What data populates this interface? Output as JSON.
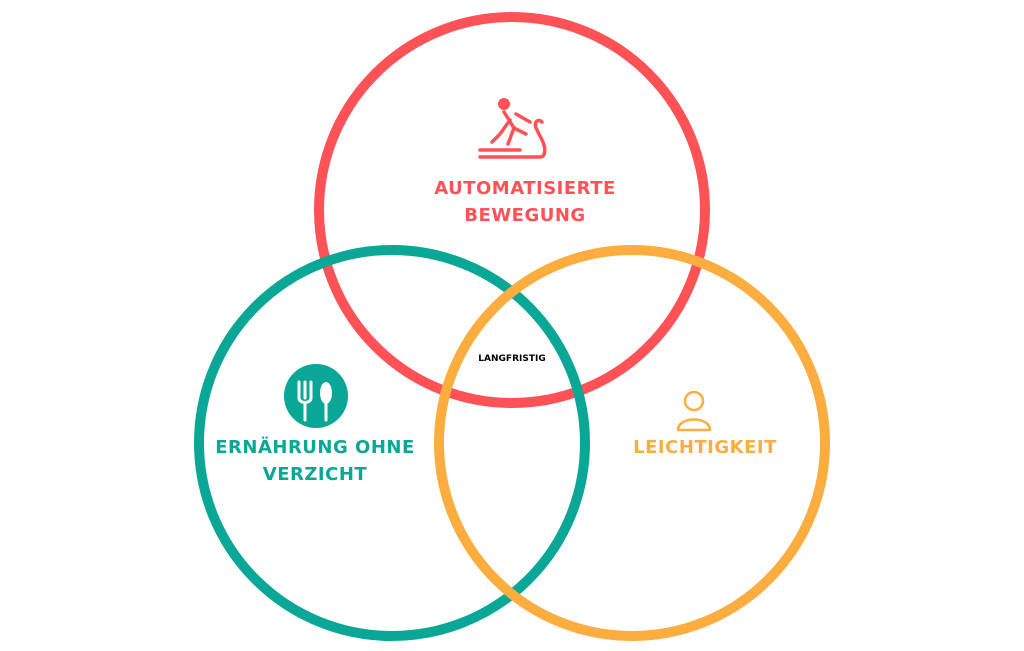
{
  "diagram": {
    "circles": [
      {
        "id": "red",
        "color": "#ff5257",
        "icon": "treadmill-runner-icon",
        "lines": [
          "AUTOMATISIERTE",
          "BEWEGUNG"
        ]
      },
      {
        "id": "teal",
        "color": "#0aa796",
        "icon": "fork-spoon-icon",
        "lines": [
          "ERNÄHRUNG OHNE",
          "VERZICHT"
        ]
      },
      {
        "id": "orange",
        "color": "#fbae3f",
        "icon": "person-outline-icon",
        "lines": [
          "LEICHTIGKEIT"
        ]
      }
    ],
    "center_label": "LANGFRISTIG"
  }
}
